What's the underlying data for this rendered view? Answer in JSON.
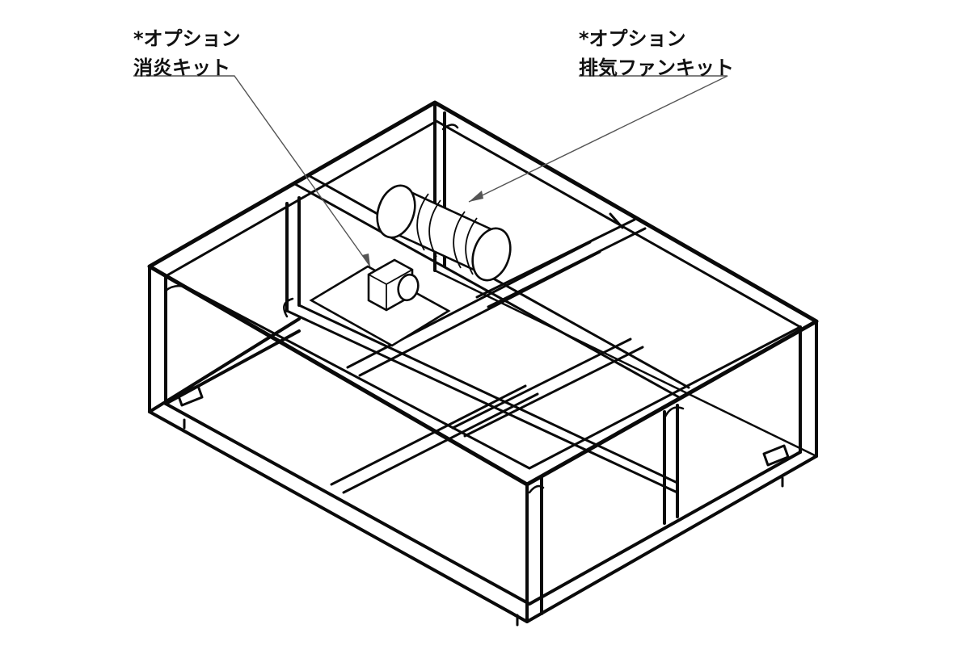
{
  "callouts": {
    "extinguisher": {
      "line1": "*オプション",
      "line2": "消炎キット"
    },
    "fan": {
      "line1": "*オプション",
      "line2": "排気ファンキット"
    }
  },
  "colors": {
    "frame": "#0a0a0a",
    "leader": "#555555",
    "background": "#ffffff"
  }
}
